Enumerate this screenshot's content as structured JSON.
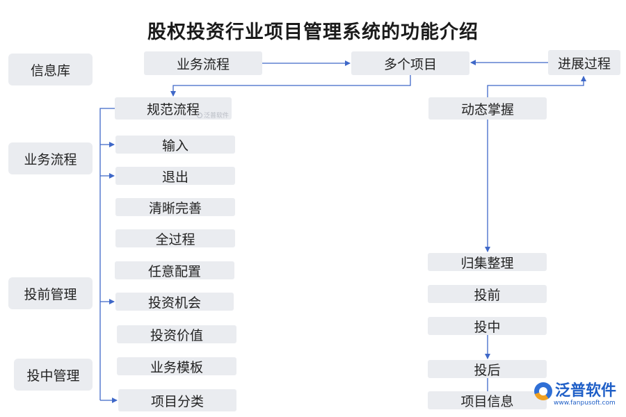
{
  "title": "股权投资行业项目管理系统的功能介绍",
  "side_boxes": [
    "信息库",
    "业务流程",
    "投前管理",
    "投中管理"
  ],
  "top_flow": {
    "business": "业务流程",
    "projects": "多个项目",
    "progress": "进展过程"
  },
  "left_list": {
    "standard": "规范流程",
    "items": [
      "输入",
      "退出",
      "清晰完善",
      "全过程",
      "任意配置",
      "投资机会",
      "投资价值",
      "业务模板",
      "项目分类"
    ]
  },
  "right_list": {
    "dynamic": "动态掌握",
    "items": [
      "归集整理",
      "投前",
      "投中",
      "投后",
      "项目信息"
    ]
  },
  "watermark": "泛普软件",
  "logo": {
    "text": "泛普软件",
    "url": "www.fanpusoft.com"
  },
  "colors": {
    "box": "#eaecf0",
    "arrow": "#3f68c8",
    "logo": "#1f5fc7"
  }
}
